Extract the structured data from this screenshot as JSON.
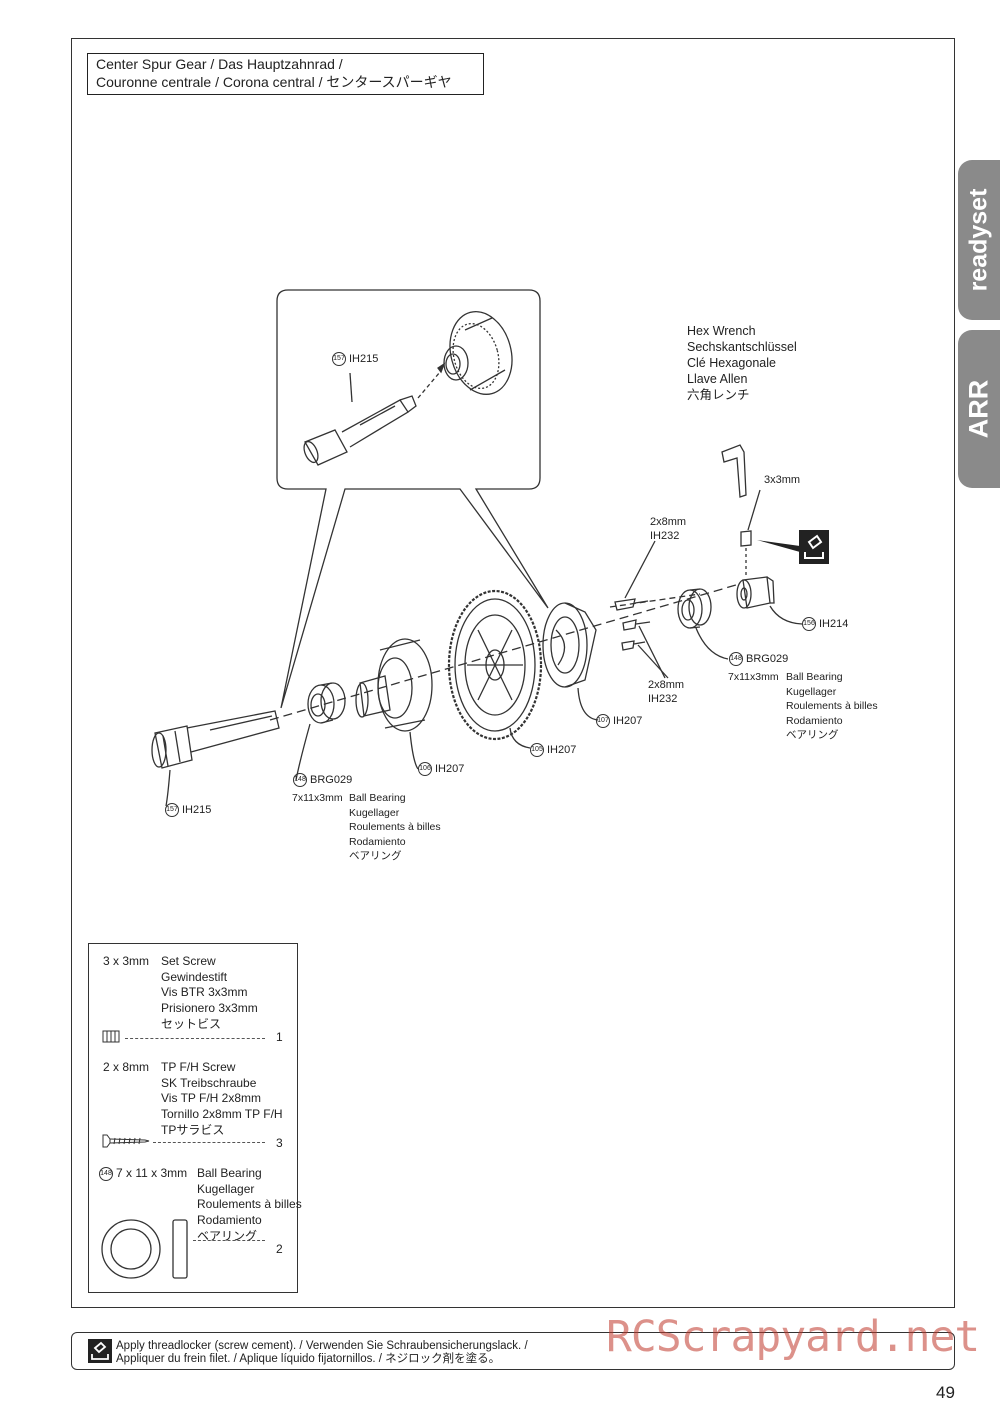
{
  "title": {
    "line1": "Center Spur Gear / Das Hauptzahnrad /",
    "line2": "Couronne centrale / Corona central  / センタースパーギヤ"
  },
  "tabs": {
    "top": "readyset",
    "bottom": "ARR"
  },
  "callouts": {
    "detail_ih215": {
      "num": "157",
      "code": "IH215"
    },
    "hex_wrench": {
      "line1": "Hex Wrench",
      "line2": "Sechskantschlüssel",
      "line3": "Clé Hexagonale",
      "line4": "Llave Allen",
      "line5": "六角レンチ"
    },
    "setscrew": "3x3mm",
    "screw_top": {
      "size": "2x8mm",
      "code": "IH232"
    },
    "screw_bottom": {
      "size": "2x8mm",
      "code": "IH232"
    },
    "ih214": {
      "num": "156",
      "code": "IH214"
    },
    "brg_right": {
      "num": "148",
      "code": "BRG029",
      "size": "7x11x3mm",
      "line1": "Ball Bearing",
      "line2": "Kugellager",
      "line3": "Roulements à billes",
      "line4": "Rodamiento",
      "line5": "ベアリング"
    },
    "ih207_a": {
      "num": "107",
      "code": "IH207"
    },
    "ih207_b": {
      "num": "105",
      "code": "IH207"
    },
    "ih207_c": {
      "num": "106",
      "code": "IH207"
    },
    "brg_left": {
      "num": "148",
      "code": "BRG029",
      "size": "7x11x3mm",
      "line1": "Ball Bearing",
      "line2": "Kugellager",
      "line3": "Roulements à billes",
      "line4": "Rodamiento",
      "line5": "ベアリング"
    },
    "ih215_main": {
      "num": "157",
      "code": "IH215"
    }
  },
  "legend": {
    "set_screw": {
      "size": "3 x 3mm",
      "line1": "Set Screw",
      "line2": "Gewindestift",
      "line3": "Vis BTR 3x3mm",
      "line4": "Prisionero 3x3mm",
      "line5": "セットビス",
      "qty": "1"
    },
    "tp_screw": {
      "size": "2 x 8mm",
      "line1": "TP F/H Screw",
      "line2": "SK Treibschraube",
      "line3": "Vis TP F/H 2x8mm",
      "line4": "Tornillo 2x8mm TP F/H",
      "line5": "TPサラビス",
      "qty": "3"
    },
    "bearing": {
      "num": "148",
      "size": "7 x 11 x 3mm",
      "line1": "Ball Bearing",
      "line2": "Kugellager",
      "line3": "Roulements à billes",
      "line4": "Rodamiento",
      "line5": "ベアリング",
      "qty": "2"
    }
  },
  "note": {
    "line1": "Apply threadlocker (screw cement). / Verwenden Sie Schraubensicherungslack. /",
    "line2": "Appliquer du frein filet. / Aplique líquido fijatornillos. / ネジロック剤を塗る。"
  },
  "watermark": "RCScrapyard.net",
  "page_number": "49",
  "colors": {
    "tab": "#8a8a8a",
    "watermark": "#c0392b"
  },
  "icons": [
    "threadlocker-icon",
    "hex-wrench-icon",
    "spur-gear-icon",
    "bearing-icon",
    "screw-icon"
  ]
}
